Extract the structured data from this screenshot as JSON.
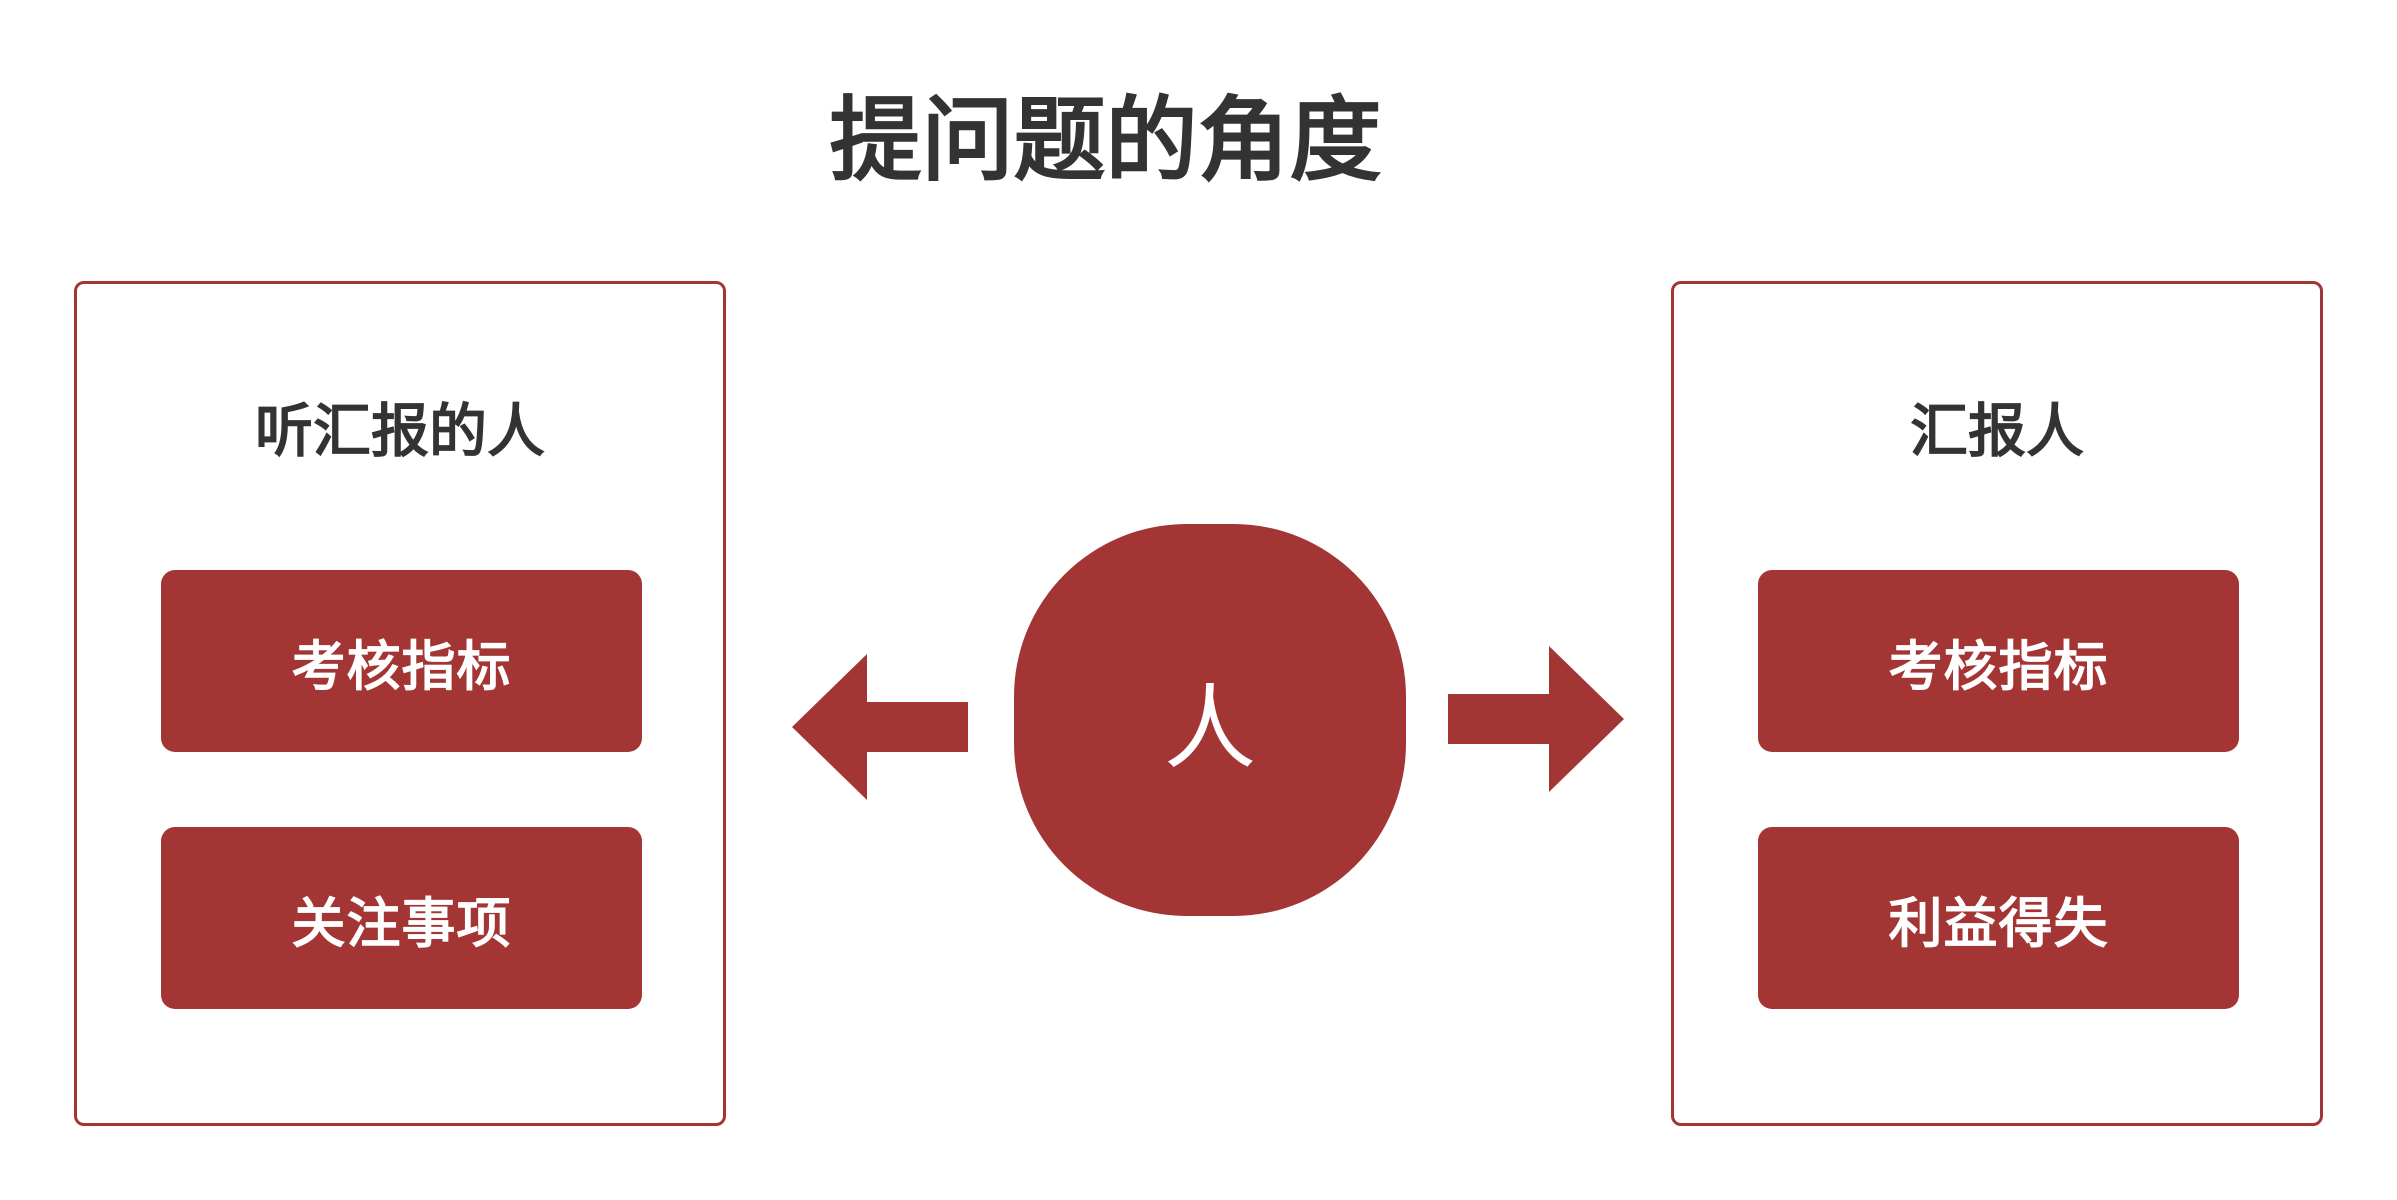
{
  "title": "提问题的角度",
  "left_panel": {
    "heading": "听汇报的人",
    "items": [
      "考核指标",
      "关注事项"
    ]
  },
  "center": {
    "label": "人"
  },
  "right_panel": {
    "heading": "汇报人",
    "items": [
      "考核指标",
      "利益得失"
    ]
  },
  "colors": {
    "accent": "#a33535",
    "text": "#333333",
    "background": "#ffffff"
  }
}
